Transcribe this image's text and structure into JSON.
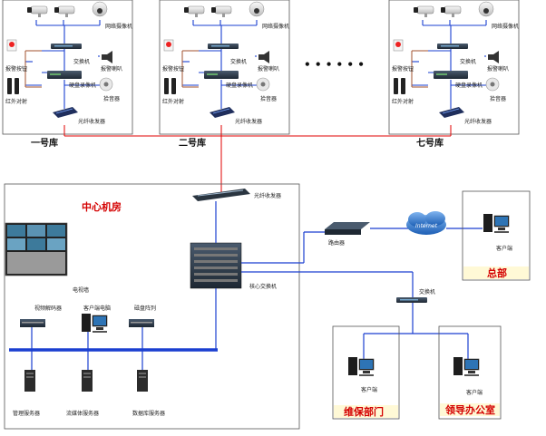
{
  "warehouses": [
    {
      "name": "一号库",
      "labels": {
        "camera": "网络摄像机",
        "switch": "交换机",
        "alarm_button": "报警按钮",
        "alarm_horn": "报警喇叭",
        "nvr": "硬盘录像机",
        "infrared": "红外对射",
        "pickup": "拾音器",
        "fiber": "光纤收发器"
      }
    },
    {
      "name": "二号库",
      "labels": {
        "camera": "网络摄像机",
        "switch": "交换机",
        "alarm_button": "报警按钮",
        "alarm_horn": "报警喇叭",
        "nvr": "硬盘录像机",
        "infrared": "红外对射",
        "pickup": "拾音器",
        "fiber": "光纤收发器"
      }
    },
    {
      "name": "七号库",
      "labels": {
        "camera": "网络摄像机",
        "switch": "交换机",
        "alarm_button": "报警按钮",
        "alarm_horn": "报警喇叭",
        "nvr": "硬盘录像机",
        "infrared": "红外对射",
        "pickup": "拾音器",
        "fiber": "光纤收发器"
      }
    }
  ],
  "ellipsis": "• • • • • •",
  "center": {
    "title": "中心机房",
    "fiber": "光纤收发器",
    "core_switch": "核心交换机",
    "video_wall": "电视墙",
    "video_decoder": "视频解码器",
    "client_pc": "客户端电脑",
    "disk_array": "磁盘阵列",
    "mgmt_server": "管理服务器",
    "stream_server": "流媒体服务器",
    "db_server": "数据库服务器"
  },
  "router": "路由器",
  "internet": "Internet",
  "hq": {
    "title": "总部",
    "client": "客户端"
  },
  "branch_switch": "交换机",
  "maintenance": {
    "title": "维保部门",
    "client": "客户端"
  },
  "leader": {
    "title": "领导办公室",
    "client": "客户端"
  },
  "colors": {
    "red_line": "#e00000",
    "blue_line": "#1a3fd0",
    "label_box": "#fff9d6"
  }
}
